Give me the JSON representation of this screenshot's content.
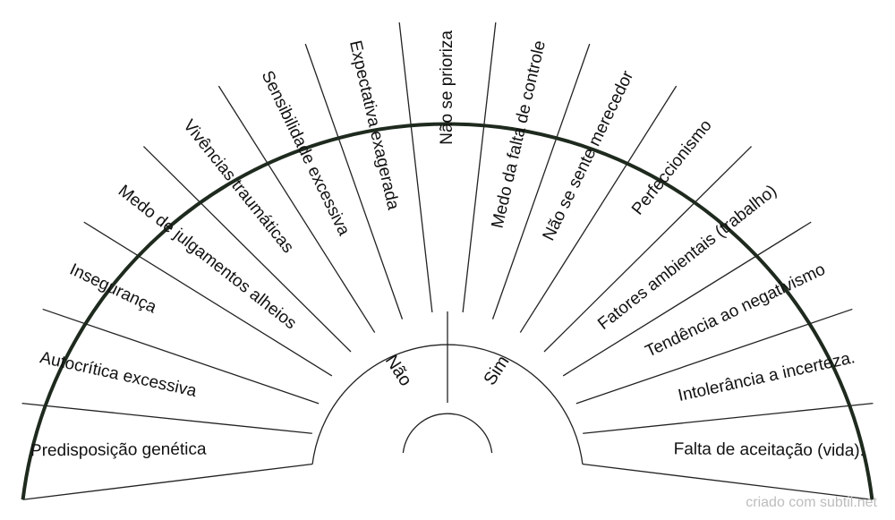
{
  "chart": {
    "segments": [
      "Predisposição genética",
      "Autocrítica excessiva",
      "Insegurança",
      "Medo de julgamentos alheios",
      "Vivências traumáticas",
      "Sensibilidade excessiva",
      "Expectativa exagerada",
      "Não se prioriza",
      "Medo da falta de controle",
      "Não se sente merecedor",
      "Perfeccionismo",
      "Fatores ambientais (trabalho)",
      "Tendência ao negativismo",
      "Intolerância a incerteza.",
      "Falta de aceitação (vida)."
    ],
    "center": [
      "Não",
      "Sim"
    ]
  },
  "credit": "criado com subtil.net",
  "colors": {
    "outline": "#1e2a1e",
    "line": "#222222",
    "text": "#111111",
    "credit": "#bdbdbd"
  }
}
